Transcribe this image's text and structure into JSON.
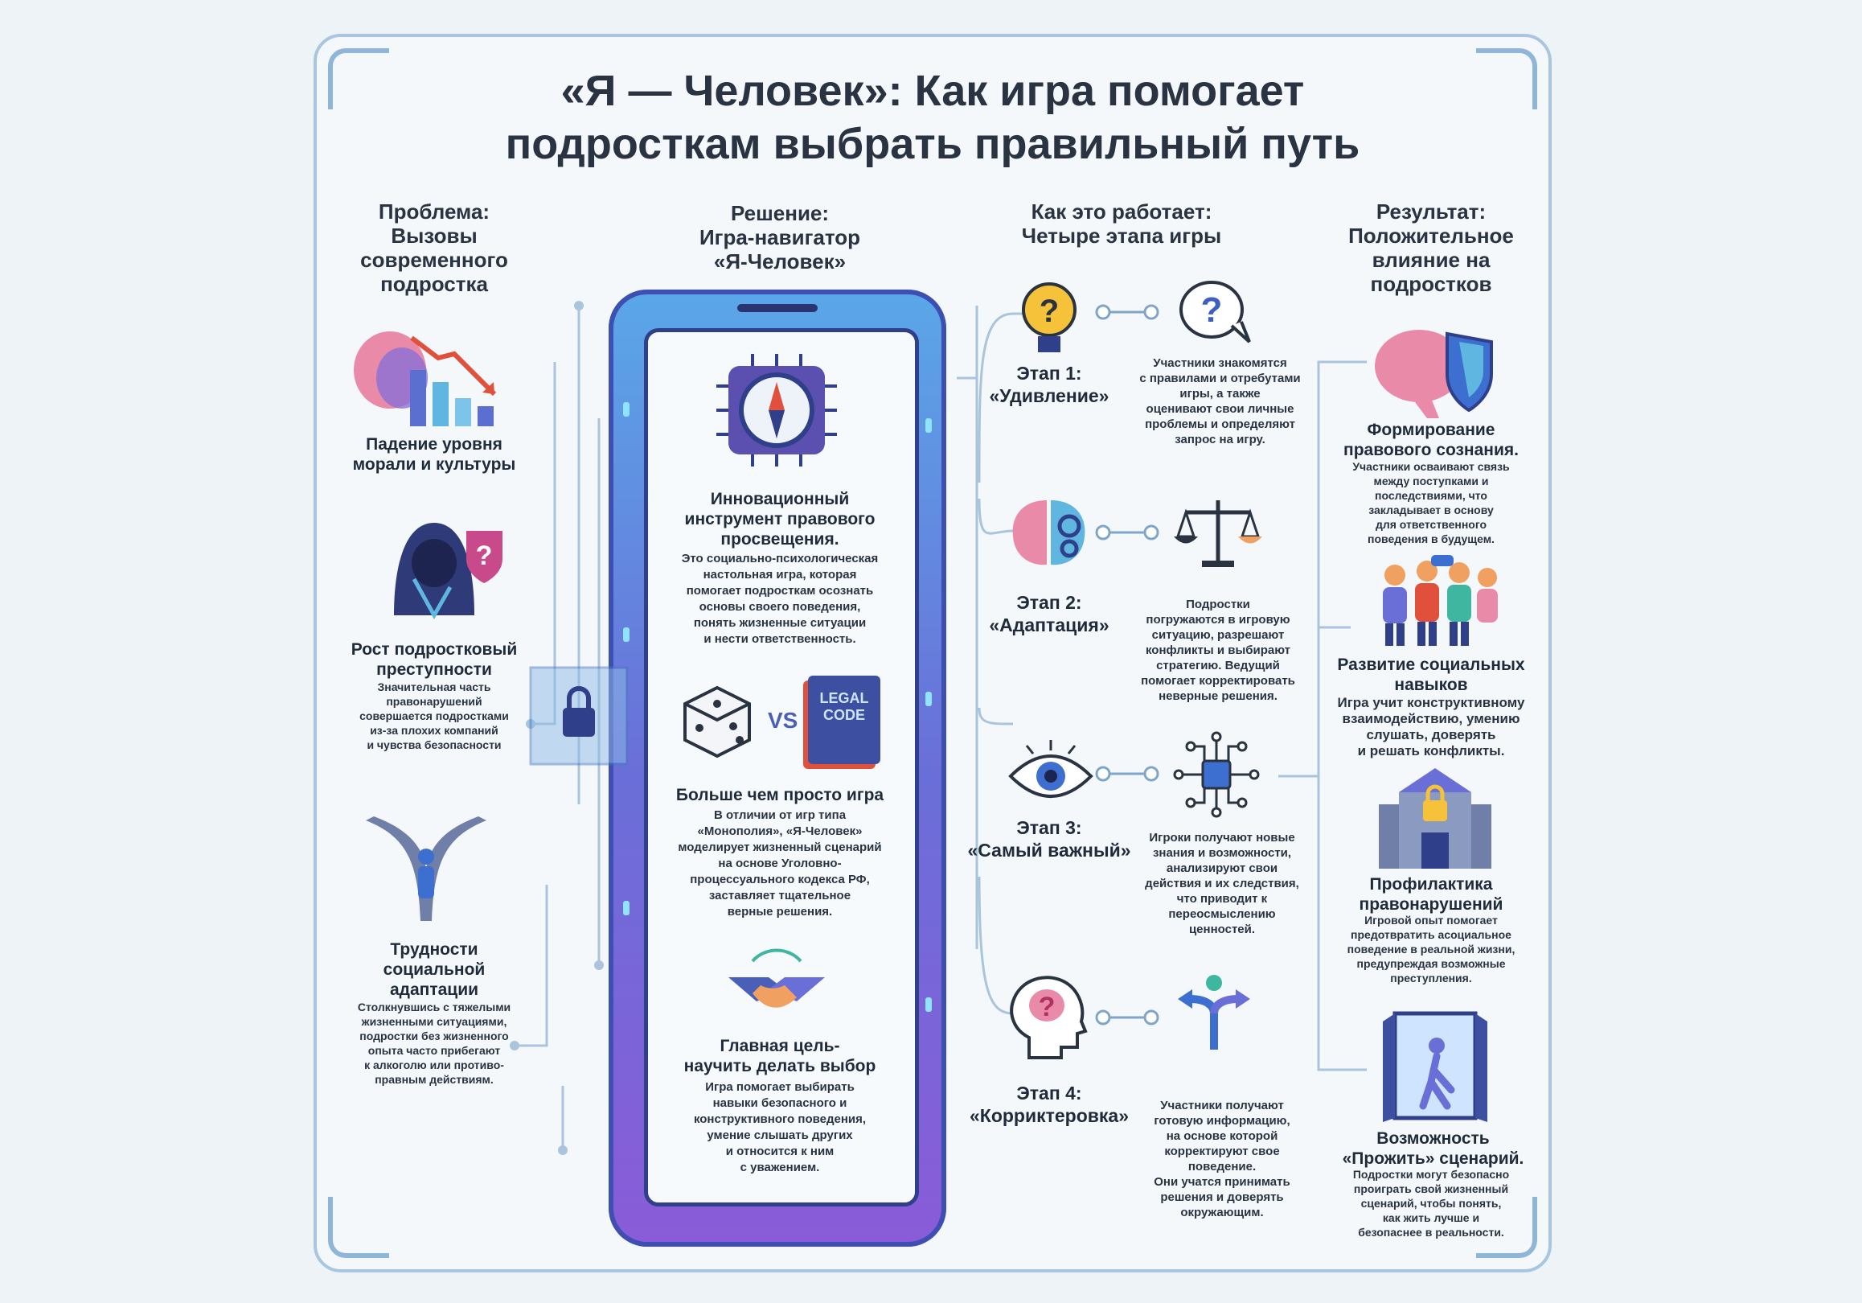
{
  "title": {
    "line1": "«Я — Человек»: Как игра помогает",
    "line2": "подросткам выбрать правильный путь"
  },
  "columns": {
    "problem": [
      "Проблема:",
      "Вызовы",
      "современного",
      "подростка"
    ],
    "solution": [
      "Решение:",
      "Игра-навигатор",
      "«Я-Человек»"
    ],
    "how": [
      "Как это работает:",
      "Четыре этапа игры"
    ],
    "result": [
      "Результат:",
      "Положительное",
      "влияние на",
      "подростков"
    ]
  },
  "problems": [
    {
      "title": [
        "Падение уровня",
        "морали и культуры"
      ],
      "desc": []
    },
    {
      "title": [
        "Рост подростковый",
        "преступности"
      ],
      "desc": [
        "Значительная часть",
        "правонарушений",
        "совершается подростками",
        "из-за плохих компаний",
        "и чувства безопасности"
      ]
    },
    {
      "title": [
        "Трудности",
        "социальной",
        "адаптации"
      ],
      "desc": [
        "Столкнувшись с тяжелыми",
        "жизненными ситуациями,",
        "подростки без жизненного",
        "опыта часто прибегают",
        "к алкоголю или противо-",
        "правным действиям."
      ]
    }
  ],
  "solution": [
    {
      "title": [
        "Инновационный",
        "инструмент правового",
        "просвещения."
      ],
      "desc": [
        "Это социально-психологическая",
        "настольная игра, которая",
        "помогает подросткам осознать",
        "основы своего поведения,",
        "понять жизненные ситуации",
        "и нести ответственность."
      ]
    },
    {
      "title": [
        "Больше чем просто игра"
      ],
      "desc": [
        "В отличии от игр типа",
        "«Монополия», «Я-Человек»",
        "моделирует жизненный сценарий",
        "на основе Уголовно-",
        "процессуального кодекса РФ,",
        "заставляет тщательное",
        "верные решения."
      ]
    },
    {
      "title": [
        "Главная цель-",
        "научить делать выбор"
      ],
      "desc": [
        "Игра помогает выбирать",
        "навыки безопасного и",
        "конструктивного поведения,",
        "умение слышать других",
        "и относится к ним",
        "с уважением."
      ]
    }
  ],
  "vs_label": "VS",
  "book_label": [
    "LEGAL",
    "CODE"
  ],
  "stages": [
    {
      "title": [
        "Этап 1:",
        "«Удивление»"
      ],
      "desc": [
        "Участники знакомятся",
        "с правилами и отребутами",
        "игры, а также",
        "оценивают свои личные",
        "проблемы и определяют",
        "запрос на игру."
      ]
    },
    {
      "title": [
        "Этап 2:",
        "«Адаптация»"
      ],
      "desc": [
        "Подростки",
        "погружаются в игровую",
        "ситуацию, разрешают",
        "конфликты и выбирают",
        "стратегию. Ведущий",
        "помогает корректировать",
        "неверные решения."
      ]
    },
    {
      "title": [
        "Этап 3:",
        "«Самый важный»"
      ],
      "desc": [
        "Игроки получают новые",
        "знания и возможности,",
        "анализируют свои",
        "действия и их следствия,",
        "что приводит к",
        "переосмыслению",
        "ценностей."
      ]
    },
    {
      "title": [
        "Этап 4:",
        "«Корриктеровка»"
      ],
      "desc": [
        "Участники получают",
        "готовую информацию,",
        "на основе которой",
        "корректируют свое",
        "поведение.",
        "Они учатся принимать",
        "решения и доверять",
        "окружающим."
      ]
    }
  ],
  "results": [
    {
      "title": [
        "Формирование",
        "правового сознания."
      ],
      "desc": [
        "Участники осваивают связь",
        "между поступками и",
        "последствиями, что",
        "закладывает в основу",
        "для ответственного",
        "поведения в будущем."
      ]
    },
    {
      "title": [
        "Развитие социальных",
        "навыков"
      ],
      "desc": [
        "Игра учит конструктивному",
        "взаимодействию, умению",
        "слушать, доверять",
        "и решать конфликты."
      ]
    },
    {
      "title": [
        "Профилактика",
        "правонарушений"
      ],
      "desc": [
        "Игровой опыт помогает",
        "предотвратить асоциальное",
        "поведение в реальной жизни,",
        "предупреждая возможные",
        "преступления."
      ]
    },
    {
      "title": [
        "Возможность",
        "«Прожить»  сценарий."
      ],
      "desc": [
        "Подростки могут безопасно",
        "проиграть свой жизненный",
        "сценарий, чтобы понять,",
        "как жить лучше и",
        "безопаснее в реальности."
      ]
    }
  ],
  "colors": {
    "accent": "#6a6fd8",
    "phone_top": "#5aa7e8",
    "phone_bottom": "#8a5bd8",
    "line": "#7fa6c8",
    "title": "#2a3342"
  }
}
